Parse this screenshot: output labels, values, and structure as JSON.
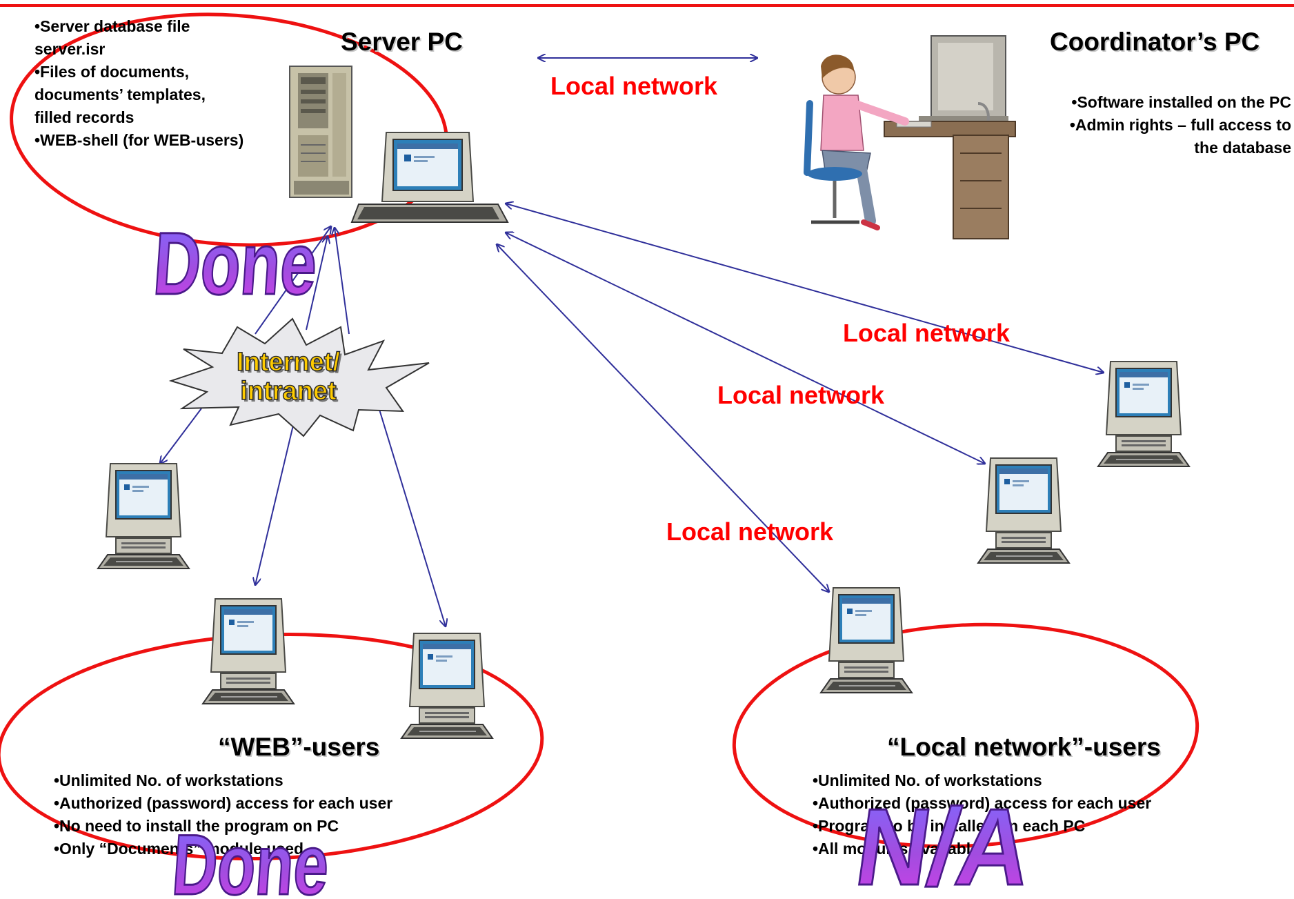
{
  "server": {
    "title": "Server PC",
    "bullets": [
      "•Server database file",
      "server.isr",
      "•Files of documents,",
      "documents’ templates,",
      "filled records",
      "•WEB-shell (for WEB-users)"
    ]
  },
  "coordinator": {
    "title": "Coordinator’s PC",
    "bullets": [
      "•Software installed on the PC",
      "•Admin rights – full access to",
      "the database"
    ]
  },
  "cloud": {
    "line1": "Internet/",
    "line2": "intranet"
  },
  "network_labels": [
    "Local network",
    "Local network",
    "Local network",
    "Local network"
  ],
  "web_users": {
    "title": "“WEB”-users",
    "bullets": [
      "•Unlimited No. of workstations",
      "•Authorized (password) access for each user",
      "•No need to install the program on PC",
      "•Only “Documents” module used"
    ]
  },
  "local_users": {
    "title": "“Local network”-users",
    "bullets": [
      "•Unlimited No. of workstations",
      "•Authorized (password) access for each user",
      "•Program to be installed on each PC",
      "•All modules available"
    ]
  },
  "stamps": {
    "done_top": "Done",
    "done_bottom": "Done",
    "na": "N/A"
  },
  "colors": {
    "accent_red": "#ee1111",
    "arrow_blue": "#2f2f9a",
    "stamp_fill": "#a14de0",
    "stamp_edge": "#4a1a8a",
    "cloud_text": "#ffcc00"
  }
}
